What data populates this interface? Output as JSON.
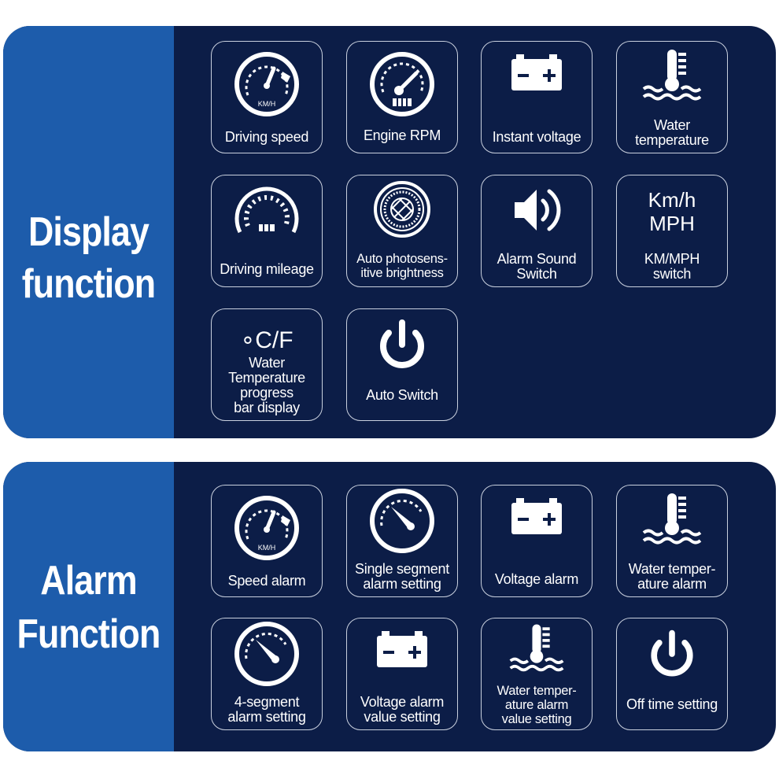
{
  "display": {
    "title_line1": "Display",
    "title_line2": "function",
    "tiles": [
      {
        "label": "Driving speed",
        "icon": "speedometer-icon"
      },
      {
        "label": "Engine RPM",
        "icon": "tachometer-icon"
      },
      {
        "label": "Instant voltage",
        "icon": "battery-icon"
      },
      {
        "label_l1": "Water",
        "label_l2": "temperature",
        "icon": "thermometer-water-icon"
      },
      {
        "label": "Driving mileage",
        "icon": "odometer-icon"
      },
      {
        "label_l1": "Auto photosens-",
        "label_l2": "itive brightness",
        "icon": "aperture-icon"
      },
      {
        "label_l1": "Alarm Sound",
        "label_l2": "Switch",
        "icon": "speaker-icon"
      },
      {
        "icon_text_l1": "Km/h",
        "icon_text_l2": "MPH",
        "label_l1": "KM/MPH",
        "label_l2": "switch"
      },
      {
        "icon_text": "∘C/F",
        "label_l1": "Water",
        "label_l2": "Temperature",
        "label_l3": "progress",
        "label_l4": "bar display"
      },
      {
        "label": "Auto Switch",
        "icon": "power-icon"
      }
    ]
  },
  "alarm": {
    "title_line1": "Alarm",
    "title_line2": "Function",
    "tiles": [
      {
        "label": "Speed alarm",
        "icon": "speedometer-icon"
      },
      {
        "label_l1": "Single segment",
        "label_l2": "alarm setting",
        "icon": "gauge-needle-icon"
      },
      {
        "label": "Voltage alarm",
        "icon": "battery-icon"
      },
      {
        "label_l1": "Water temper-",
        "label_l2": "ature alarm",
        "icon": "thermometer-water-icon"
      },
      {
        "label_l1": "4-segment",
        "label_l2": "alarm setting",
        "icon": "gauge-needle-icon"
      },
      {
        "label_l1": "Voltage alarm",
        "label_l2": "value setting",
        "icon": "battery-icon"
      },
      {
        "label_l1": "Water temper-",
        "label_l2": "ature alarm",
        "label_l3": "value setting",
        "icon": "thermometer-water-icon"
      },
      {
        "label": "Off time setting",
        "icon": "power-icon"
      }
    ]
  },
  "speedometer_unit": "KM/H"
}
